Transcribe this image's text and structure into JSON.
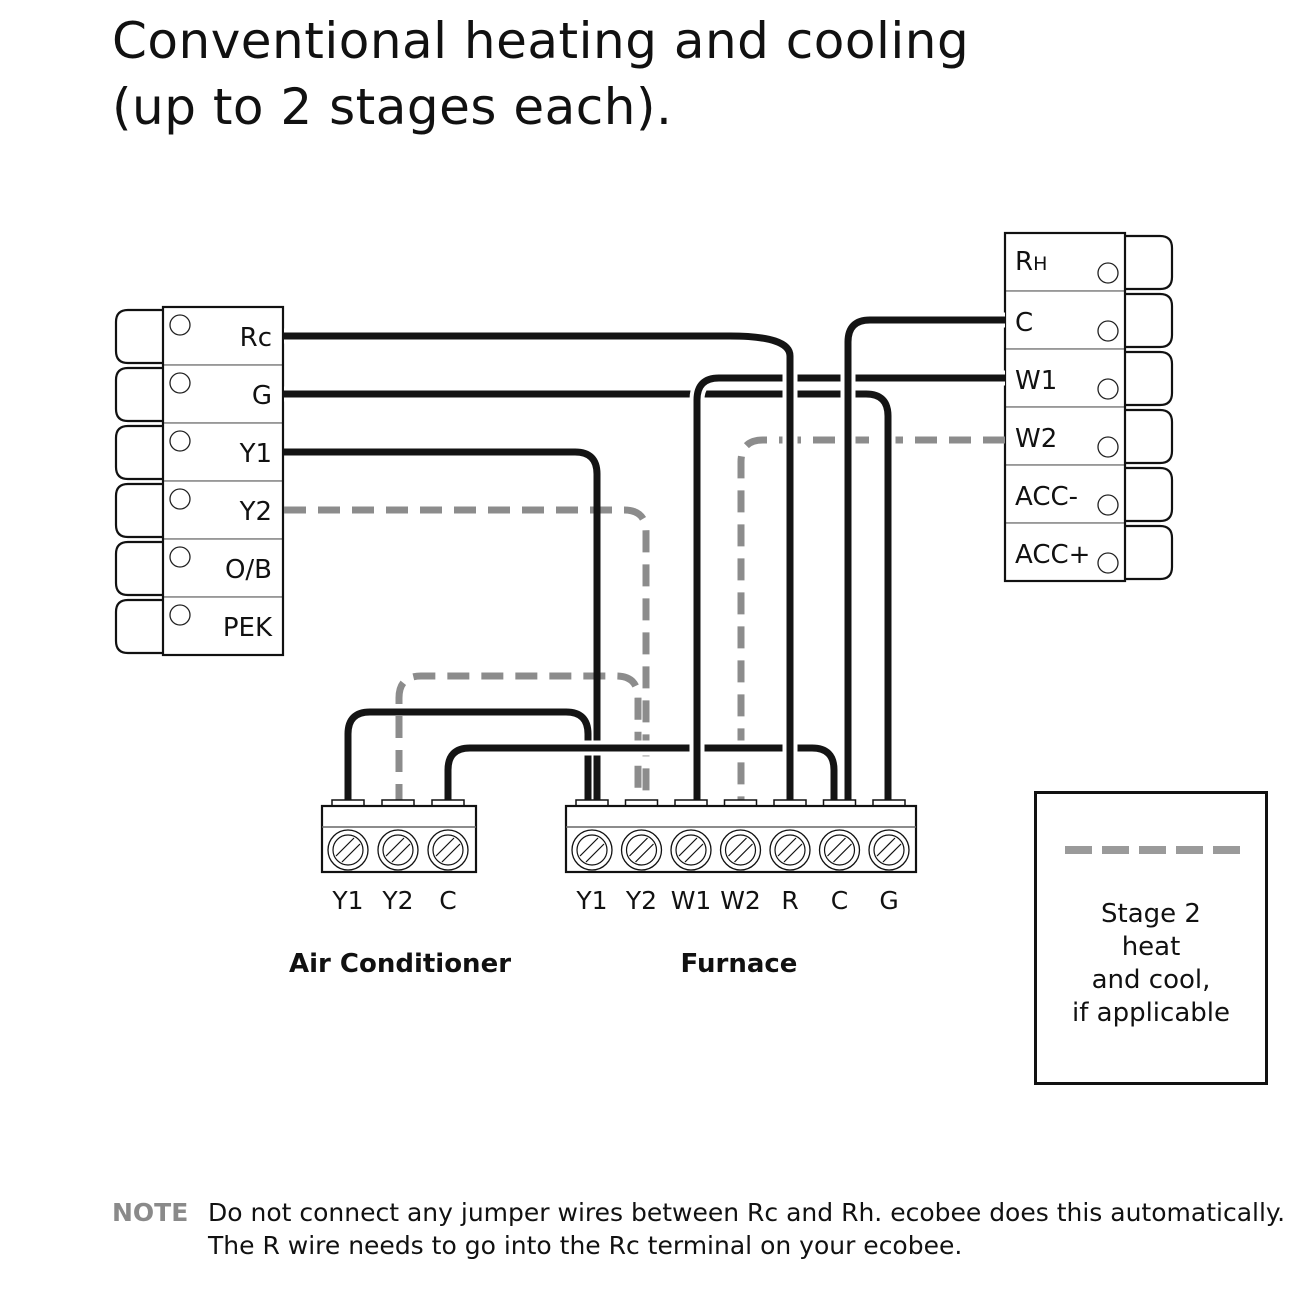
{
  "title": {
    "line1": "Conventional heating and cooling",
    "line2": "(up to 2 stages each)."
  },
  "ecobee_left_terminals": [
    "Rc",
    "G",
    "Y1",
    "Y2",
    "O/B",
    "PEK"
  ],
  "ecobee_right_terminals": [
    {
      "main": "R",
      "sub": "H"
    },
    {
      "main": "C",
      "sub": ""
    },
    {
      "main": "W1",
      "sub": ""
    },
    {
      "main": "W2",
      "sub": ""
    },
    {
      "main": "ACC-",
      "sub": ""
    },
    {
      "main": "ACC+",
      "sub": ""
    }
  ],
  "air_conditioner": {
    "label": "Air Conditioner",
    "terminals": [
      "Y1",
      "Y2",
      "C"
    ]
  },
  "furnace": {
    "label": "Furnace",
    "terminals": [
      "Y1",
      "Y2",
      "W1",
      "W2",
      "R",
      "C",
      "G"
    ]
  },
  "wires": [
    {
      "from": "ecobee Rc",
      "to": "Furnace R",
      "style": "solid"
    },
    {
      "from": "ecobee G",
      "to": "Furnace G",
      "style": "solid"
    },
    {
      "from": "ecobee Y1",
      "to": "Furnace Y1",
      "style": "solid"
    },
    {
      "from": "ecobee Y2",
      "to": "Furnace Y2",
      "style": "dashed"
    },
    {
      "from": "ecobee C",
      "to": "Furnace C",
      "style": "solid"
    },
    {
      "from": "ecobee W1",
      "to": "Furnace W1",
      "style": "solid"
    },
    {
      "from": "ecobee W2",
      "to": "Furnace W2",
      "style": "dashed"
    },
    {
      "from": "Air Conditioner Y1",
      "to": "Furnace Y1",
      "style": "solid"
    },
    {
      "from": "Air Conditioner Y2",
      "to": "Furnace Y2",
      "style": "dashed"
    },
    {
      "from": "Air Conditioner C",
      "to": "Furnace C",
      "style": "solid"
    }
  ],
  "legend": {
    "line1": "Stage 2",
    "line2": "heat",
    "line3": "and cool,",
    "line4": "if applicable"
  },
  "note": {
    "tag": "NOTE",
    "text": "Do not connect any jumper wires between Rc and Rh. ecobee does this automatically. The R wire needs to go into the Rc terminal on your ecobee."
  },
  "colors": {
    "solid_wire": "#141414",
    "dashed_wire": "#8c8c8c",
    "note_tag": "#8a8a8a"
  }
}
